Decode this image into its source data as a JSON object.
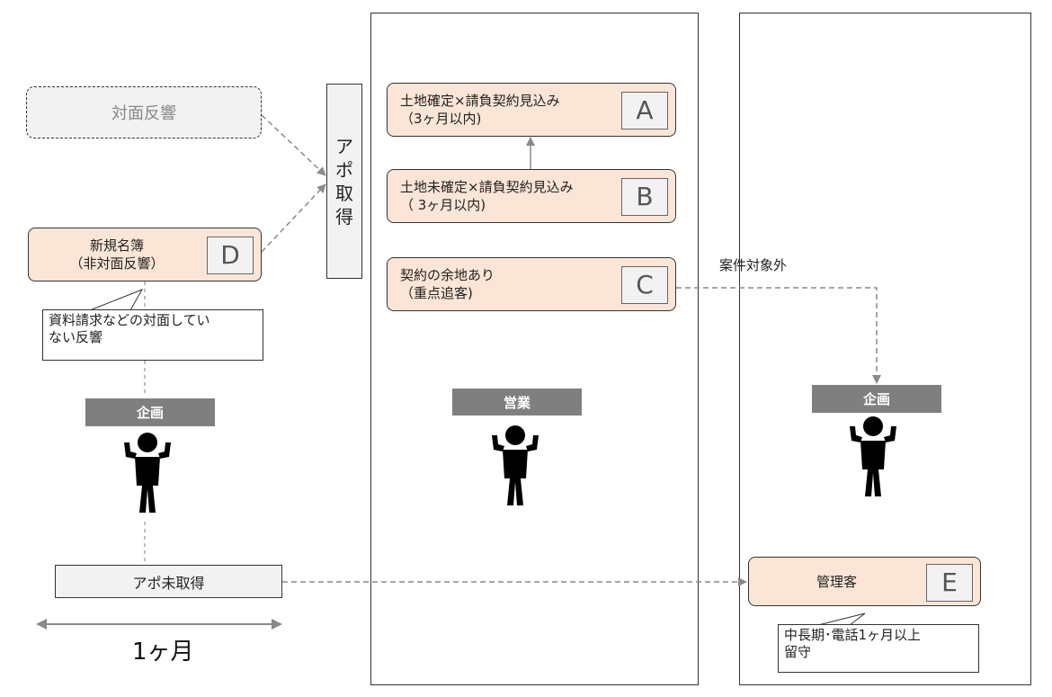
{
  "nodes": {
    "taimen_hankyo": "対面反響",
    "appo_vertical": [
      "ア",
      "ポ",
      "取",
      "得"
    ],
    "box_a_line1": "土地確定×請負契約見込み",
    "box_a_line2": "（3ヶ月以内)",
    "box_a_letter": "A",
    "box_b_line1": "土地未確定×請負契約見込み",
    "box_b_line2": "（ 3ヶ月以内)",
    "box_b_letter": "B",
    "box_c_line1": "契約の余地あり",
    "box_c_line2": "（重点追客)",
    "box_c_letter": "C",
    "box_d_line1": "新規名簿",
    "box_d_line2": "（非対面反響）",
    "box_d_letter": "D",
    "box_e_label": "管理客",
    "box_e_letter": "E",
    "appo_mishutoku": "アポ未取得"
  },
  "notes": {
    "d_callout_line1": "資料請求などの対面してい",
    "d_callout_line2": "ない反響",
    "e_callout_line1": "中長期･電話1ヶ月以上",
    "e_callout_line2": "留守"
  },
  "roles": {
    "kikaku_left": "企画",
    "eigyo": "営業",
    "kikaku_right": "企画"
  },
  "labels": {
    "out_of_scope": "案件対象外",
    "duration": "1ヶ月"
  },
  "icons": [
    "person-icon",
    "person-icon",
    "person-icon"
  ],
  "colors": {
    "box_fill": "#fbe5d6",
    "role_fill": "#7f7f7f",
    "gray_fill": "#f2f2f2"
  }
}
